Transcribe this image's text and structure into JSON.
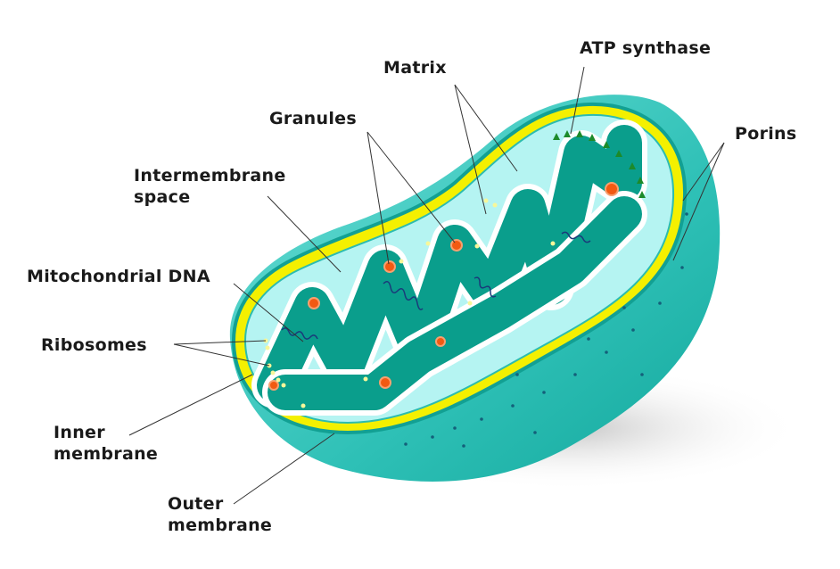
{
  "title": "Mitochondrion structure",
  "labels": {
    "atp_synthase": "ATP synthase",
    "matrix": "Matrix",
    "granules": "Granules",
    "porins": "Porins",
    "intermembrane_1": "Intermembrane",
    "intermembrane_2": "space",
    "mito_dna": "Mitochondrial DNA",
    "ribosomes": "Ribosomes",
    "inner_1": "Inner",
    "inner_2": "membrane",
    "outer_1": "Outer",
    "outer_2": "membrane"
  },
  "colors": {
    "body": "#2fc1b8",
    "body_dark": "#14a89d",
    "outer_membrane": "#f4f000",
    "intermembrane": "#b5f4f2",
    "matrix": "#0a9e8c",
    "granule": "#f25a12",
    "ribosome": "#f7f79a",
    "dna": "#1a3a7a",
    "leader": "#333333"
  }
}
